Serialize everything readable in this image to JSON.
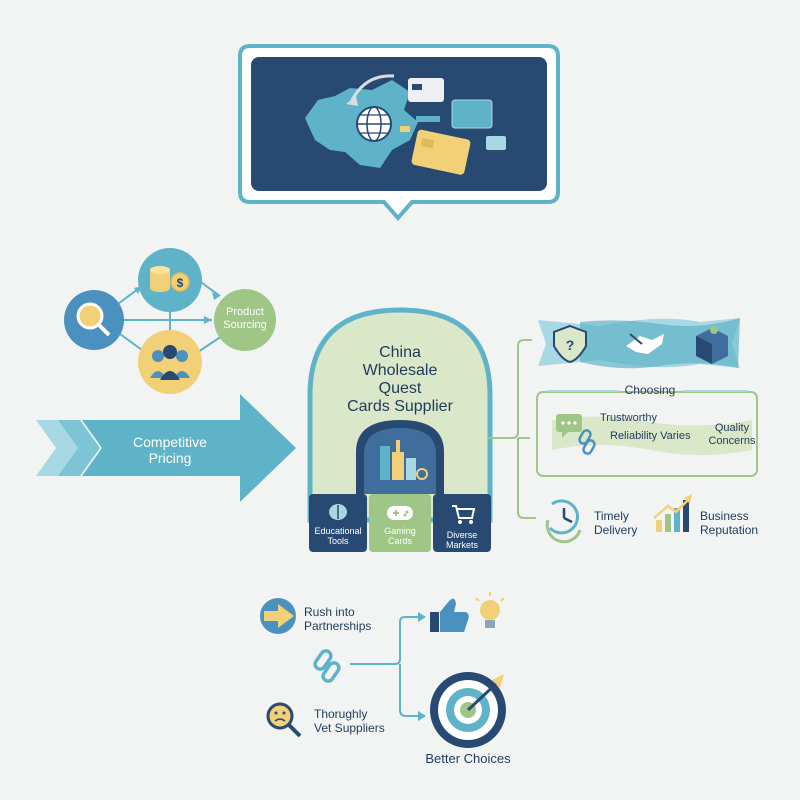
{
  "colors": {
    "navy": "#284a72",
    "teal": "#5fb3c8",
    "light_teal": "#a8d8e4",
    "sage": "#9fc587",
    "light_sage": "#dbe7c9",
    "yellow": "#f2d077",
    "background": "#f2f4f3"
  },
  "header_bubble": {
    "icons": [
      "china-map-icon",
      "globe-icon",
      "card-icon",
      "card-icon",
      "card-icon",
      "card-icon",
      "refresh-arrow-icon"
    ]
  },
  "sourcing": {
    "product_sourcing": "Product\nSourcing",
    "icons": [
      "coins-icon",
      "magnifier-box-icon",
      "people-group-icon"
    ]
  },
  "competitive_pricing": "Competitive\nPricing",
  "main_supplier": {
    "title": "China\nWholesale\nQuest\nCards Supplier",
    "categories": [
      {
        "label": "Educational\nTools",
        "icon": "brain-icon"
      },
      {
        "label": "Gaming\nCards",
        "icon": "gamepad-icon"
      },
      {
        "label": "Diverse Markets",
        "icon": "cart-icon"
      }
    ]
  },
  "choosing": {
    "title": "Choosing",
    "trustworthy": "Trustworthy",
    "reliability": "Reliability Varies",
    "quality": "Quality\nConcerns"
  },
  "outcomes": {
    "timely_delivery": "Timely\nDelivery",
    "business_reputation": "Business\nReputation"
  },
  "decisions": {
    "rush": "Rush into\nPartnerships",
    "vet": "Thorughly\nVet Suppliers",
    "better_choices": "Better Choices"
  }
}
